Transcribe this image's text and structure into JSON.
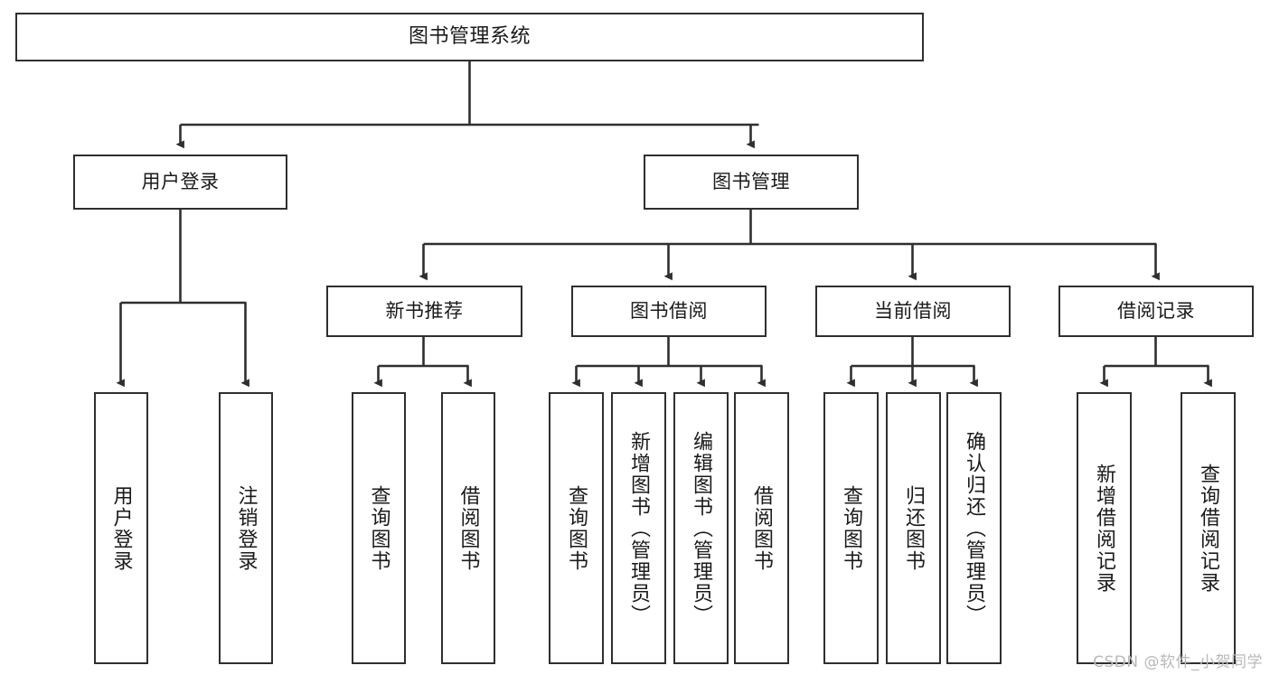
{
  "diagram": {
    "type": "tree",
    "title": "图书管理系统",
    "style": {
      "stroke": "#2f2f2f",
      "fill": "#ffffff",
      "text": "#1a1a1a",
      "watermark_color": "#b9b9b9"
    },
    "root": {
      "label": "图书管理系统"
    },
    "level2": [
      {
        "label": "用户登录"
      },
      {
        "label": "图书管理"
      }
    ],
    "level3": [
      {
        "label": "新书推荐"
      },
      {
        "label": "图书借阅"
      },
      {
        "label": "当前借阅"
      },
      {
        "label": "借阅记录"
      }
    ],
    "leaves": {
      "user_login": [
        {
          "label": "用户登录"
        },
        {
          "label": "注销登录"
        }
      ],
      "new_book_rec": [
        {
          "label": "查询图书"
        },
        {
          "label": "借阅图书"
        }
      ],
      "book_borrow": [
        {
          "label": "查询图书"
        },
        {
          "label": "新增图书（管理员）"
        },
        {
          "label": "编辑图书（管理员）"
        },
        {
          "label": "借阅图书"
        }
      ],
      "current_borrow": [
        {
          "label": "查询图书"
        },
        {
          "label": "归还图书"
        },
        {
          "label": "确认归还（管理员）"
        }
      ],
      "borrow_record": [
        {
          "label": "新增借阅记录"
        },
        {
          "label": "查询借阅记录"
        }
      ]
    }
  },
  "watermark": {
    "text": "CSDN @软件_小贺同学"
  }
}
